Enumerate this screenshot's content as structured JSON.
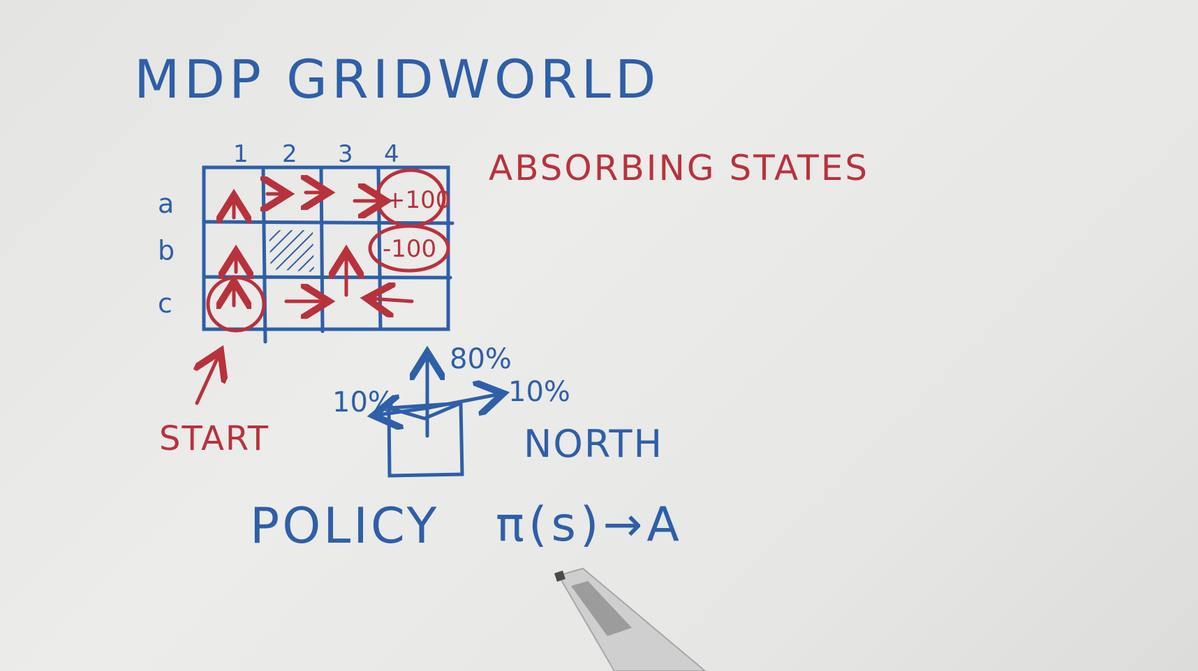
{
  "title": "MDP GRIDWORLD",
  "grid": {
    "column_labels": [
      "1",
      "2",
      "3",
      "4"
    ],
    "row_labels": [
      "a",
      "b",
      "c"
    ],
    "rewards": {
      "a4": "+100",
      "b4": "-100"
    },
    "blocked_cell": "b2",
    "start_cell": "c1",
    "policy_arrows": {
      "a1": "up",
      "a2": "right",
      "a3": "right",
      "b1": "up",
      "b3": "up",
      "c1": "up",
      "c2": "right",
      "c4": "left"
    }
  },
  "absorbing_label": "ABSORBING STATES",
  "start_label": "START",
  "action_model": {
    "action": "NORTH",
    "intended_prob": "80%",
    "left_prob": "10%",
    "right_prob": "10%"
  },
  "policy_label": "POLICY",
  "policy_formula": "π(s)→A",
  "colors": {
    "ink_blue": "#2e5fa8",
    "ink_red": "#b8323c",
    "paper": "#e8e8e6"
  }
}
